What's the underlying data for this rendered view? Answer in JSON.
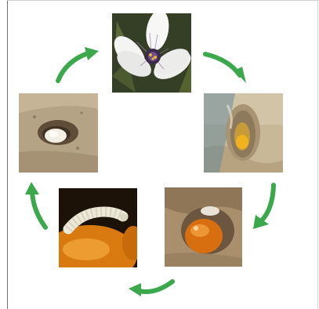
{
  "diagram": {
    "stages": [
      {
        "id": "flower",
        "icon": "flower-photo-icon"
      },
      {
        "id": "egg",
        "icon": "egg-in-soil-photo-icon"
      },
      {
        "id": "pupa",
        "icon": "orange-pupa-photo-icon"
      },
      {
        "id": "larva",
        "icon": "larva-photo-icon"
      },
      {
        "id": "adult",
        "icon": "bee-in-burrow-photo-icon"
      }
    ],
    "arrow_color": "#3aa84b",
    "arrow_direction": "clockwise",
    "arrow_count": 5
  }
}
